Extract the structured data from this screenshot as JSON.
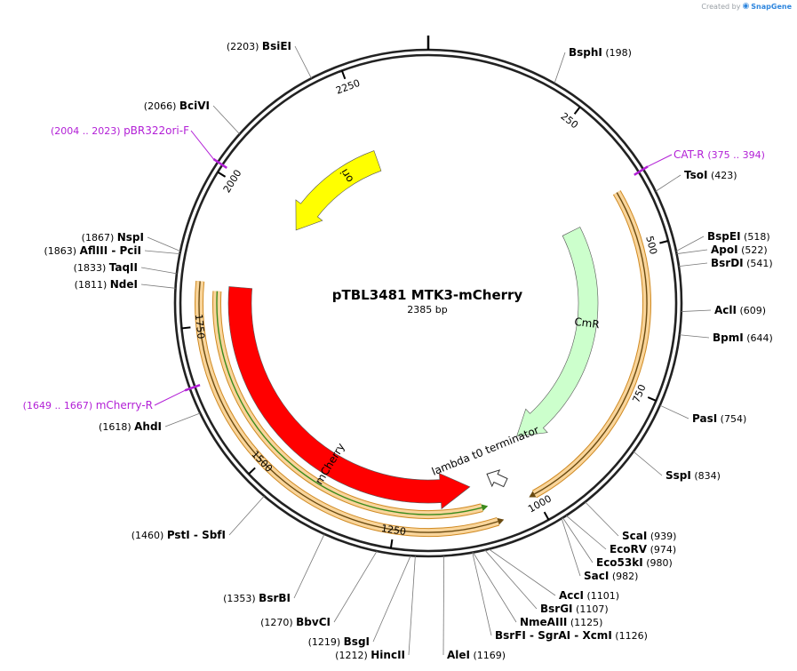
{
  "credit": {
    "prefix": "Created by",
    "brand": "SnapGene",
    "icon": "snapgene-logo-icon"
  },
  "plasmid": {
    "name": "pTBL3481 MTK3-mCherry",
    "length_label": "2385 bp",
    "length": 2385
  },
  "colors": {
    "ori": "#ffff00",
    "cmr": "#ccffcc",
    "mcherry": "#ff0000",
    "primer": "#b21fd6",
    "terminator": "#ffffff",
    "orf_band": "#f9d59b",
    "orf_band_stroke": "#d08a22",
    "orf_inner": "#6a4a10",
    "mcherry_orf_inner": "#3b8a1c"
  },
  "ticks": [
    {
      "pos": 250,
      "label": "250"
    },
    {
      "pos": 500,
      "label": "500"
    },
    {
      "pos": 750,
      "label": "750"
    },
    {
      "pos": 1000,
      "label": "1000"
    },
    {
      "pos": 1250,
      "label": "1250"
    },
    {
      "pos": 1500,
      "label": "1500"
    },
    {
      "pos": 1750,
      "label": "1750"
    },
    {
      "pos": 2000,
      "label": "2000"
    },
    {
      "pos": 2250,
      "label": "2250"
    }
  ],
  "features": [
    {
      "name": "ori",
      "start": 2255,
      "end": 1980,
      "dir": "ccw",
      "radius": 170,
      "color": "#ffff00",
      "label": "ori"
    },
    {
      "name": "CmR",
      "start": 420,
      "end": 970,
      "dir": "cw",
      "radius": 180,
      "color": "#ccffcc",
      "label": "CmR"
    },
    {
      "name": "mCherry",
      "start": 1820,
      "end": 1108,
      "dir": "ccw",
      "radius": 212,
      "color": "#ff0000",
      "label": "mCherry"
    }
  ],
  "terminator": {
    "label": "lambda t0 terminator",
    "pos": 1105
  },
  "primers": [
    {
      "pos": 385,
      "label": "CAT-R",
      "range": "(375 .. 394)",
      "side": "right"
    },
    {
      "pos": 2013,
      "label": "pBR322ori-F",
      "range": "(2004 .. 2023)",
      "side": "left"
    },
    {
      "pos": 1658,
      "label": "mCherry-R",
      "range": "(1649 .. 1667)",
      "side": "left"
    }
  ],
  "enzymes": [
    {
      "id": "bsphi",
      "pos": 198,
      "name": "BsphI",
      "num": "(198)"
    },
    {
      "id": "tsoi",
      "pos": 423,
      "name": "TsoI",
      "num": "(423)"
    },
    {
      "id": "bspei",
      "pos": 518,
      "name": "BspEI",
      "num": "(518)"
    },
    {
      "id": "apoi",
      "pos": 522,
      "name": "ApoI",
      "num": "(522)"
    },
    {
      "id": "bsrdi",
      "pos": 541,
      "name": "BsrDI",
      "num": "(541)"
    },
    {
      "id": "acli",
      "pos": 609,
      "name": "AclI",
      "num": "(609)"
    },
    {
      "id": "bpmi",
      "pos": 644,
      "name": "BpmI",
      "num": "(644)"
    },
    {
      "id": "pasi",
      "pos": 754,
      "name": "PasI",
      "num": "(754)"
    },
    {
      "id": "sspi",
      "pos": 834,
      "name": "SspI",
      "num": "(834)"
    },
    {
      "id": "scai",
      "pos": 939,
      "name": "ScaI",
      "num": "(939)"
    },
    {
      "id": "ecorv",
      "pos": 974,
      "name": "EcoRV",
      "num": "(974)"
    },
    {
      "id": "eco53ki",
      "pos": 980,
      "name": "Eco53kI",
      "num": "(980)"
    },
    {
      "id": "saci",
      "pos": 982,
      "name": "SacI",
      "num": "(982)"
    },
    {
      "id": "acci",
      "pos": 1101,
      "name": "AccI",
      "num": "(1101)"
    },
    {
      "id": "bsrgi",
      "pos": 1107,
      "name": "BsrGI",
      "num": "(1107)"
    },
    {
      "id": "nmeaiii",
      "pos": 1125,
      "name": "NmeAIII",
      "num": "(1125)"
    },
    {
      "id": "bsrfi",
      "pos": 1126,
      "name": "BsrFI - SgrAI - XcmI",
      "num": "(1126)"
    },
    {
      "id": "alei",
      "pos": 1169,
      "name": "AleI",
      "num": "(1169)"
    },
    {
      "id": "hincii",
      "pos": 1212,
      "name": "HincII",
      "num": "(1212)"
    },
    {
      "id": "bsgi",
      "pos": 1219,
      "name": "BsgI",
      "num": "(1219)"
    },
    {
      "id": "bbvci",
      "pos": 1270,
      "name": "BbvCI",
      "num": "(1270)"
    },
    {
      "id": "bsrbi",
      "pos": 1353,
      "name": "BsrBI",
      "num": "(1353)"
    },
    {
      "id": "psti",
      "pos": 1460,
      "name": "PstI - SbfI",
      "num": "(1460)"
    },
    {
      "id": "ahdi",
      "pos": 1618,
      "name": "AhdI",
      "num": "(1618)"
    },
    {
      "id": "ndei",
      "pos": 1811,
      "name": "NdeI",
      "num": "(1811)"
    },
    {
      "id": "taqii",
      "pos": 1833,
      "name": "TaqII",
      "num": "(1833)"
    },
    {
      "id": "afliii",
      "pos": 1863,
      "name": "AflIII - PciI",
      "num": "(1863)"
    },
    {
      "id": "nspi",
      "pos": 1867,
      "name": "NspI",
      "num": "(1867)"
    },
    {
      "id": "bcivi",
      "pos": 2066,
      "name": "BciVI",
      "num": "(2066)"
    },
    {
      "id": "bsiei",
      "pos": 2203,
      "name": "BsiEI",
      "num": "(2203)"
    }
  ]
}
